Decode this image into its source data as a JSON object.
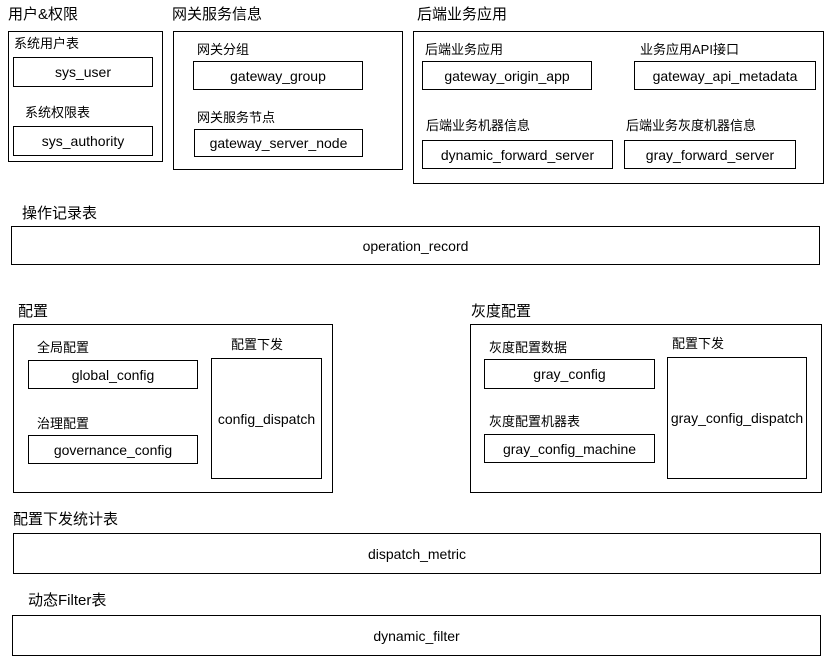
{
  "diagram": {
    "colors": {
      "background": "#ffffff",
      "border": "#000000",
      "text": "#000000"
    },
    "groups": {
      "user_auth": {
        "title": "用户&权限",
        "items": [
          {
            "label": "系统用户表",
            "table": "sys_user"
          },
          {
            "label": "系统权限表",
            "table": "sys_authority"
          }
        ]
      },
      "gateway_service": {
        "title": "网关服务信息",
        "items": [
          {
            "label": "网关分组",
            "table": "gateway_group"
          },
          {
            "label": "网关服务节点",
            "table": "gateway_server_node"
          }
        ]
      },
      "backend_app": {
        "title": "后端业务应用",
        "items": [
          {
            "label": "后端业务应用",
            "table": "gateway_origin_app"
          },
          {
            "label": "业务应用API接口",
            "table": "gateway_api_metadata"
          },
          {
            "label": "后端业务机器信息",
            "table": "dynamic_forward_server"
          },
          {
            "label": "后端业务灰度机器信息",
            "table": "gray_forward_server"
          }
        ]
      },
      "operation_record": {
        "title": "操作记录表",
        "table": "operation_record"
      },
      "config": {
        "title": "配置",
        "items": [
          {
            "label": "全局配置",
            "table": "global_config"
          },
          {
            "label": "治理配置",
            "table": "governance_config"
          },
          {
            "label": "配置下发",
            "table": "config_dispatch"
          }
        ]
      },
      "gray_config": {
        "title": "灰度配置",
        "items": [
          {
            "label": "灰度配置数据",
            "table": "gray_config"
          },
          {
            "label": "灰度配置机器表",
            "table": "gray_config_machine"
          },
          {
            "label": "配置下发",
            "table": "gray_config_dispatch"
          }
        ]
      },
      "dispatch_metric": {
        "title": "配置下发统计表",
        "table": "dispatch_metric"
      },
      "dynamic_filter": {
        "title": "动态Filter表",
        "table": "dynamic_filter"
      }
    }
  }
}
